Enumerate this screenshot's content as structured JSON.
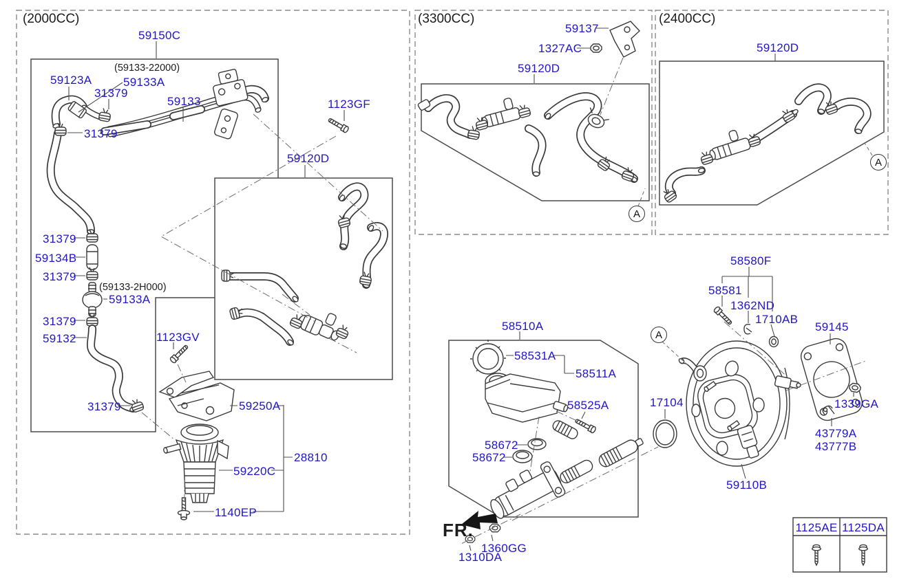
{
  "sections": {
    "s2000": {
      "title": "(2000CC)"
    },
    "s3300": {
      "title": "(3300CC)"
    },
    "s2400": {
      "title": "(2400CC)"
    }
  },
  "markers": {
    "front": "FR.",
    "detail": "A"
  },
  "alt_codes": {
    "c59133_22000": "(59133-22000)",
    "c59133_2h000": "(59133-2H000)"
  },
  "parts": {
    "p59150c": "59150C",
    "p59123a": "59123A",
    "p59133a": "59133A",
    "p31379": "31379",
    "p59133": "59133",
    "p1123gf": "1123GF",
    "p59120d": "59120D",
    "p59134b": "59134B",
    "p59132": "59132",
    "p1123gv": "1123GV",
    "p59250a": "59250A",
    "p28810": "28810",
    "p59220c": "59220C",
    "p1140ep": "1140EP",
    "p59137": "59137",
    "p1327ac": "1327AC",
    "p58580f": "58580F",
    "p58581": "58581",
    "p1362nd": "1362ND",
    "p1710ab": "1710AB",
    "p59145": "59145",
    "p58510a": "58510A",
    "p58531a": "58531A",
    "p58511a": "58511A",
    "p58525a": "58525A",
    "p17104": "17104",
    "p58672": "58672",
    "p1339ga": "1339GA",
    "p43779a": "43779A",
    "p43777b": "43777B",
    "p59110b": "59110B",
    "p1360gg": "1360GG",
    "p1310da": "1310DA"
  },
  "fastener_table": {
    "columns": [
      "1125AE",
      "1125DA"
    ]
  },
  "colors": {
    "part_label": "#2016c8",
    "line_art": "#3a3a3a",
    "background": "#ffffff"
  }
}
